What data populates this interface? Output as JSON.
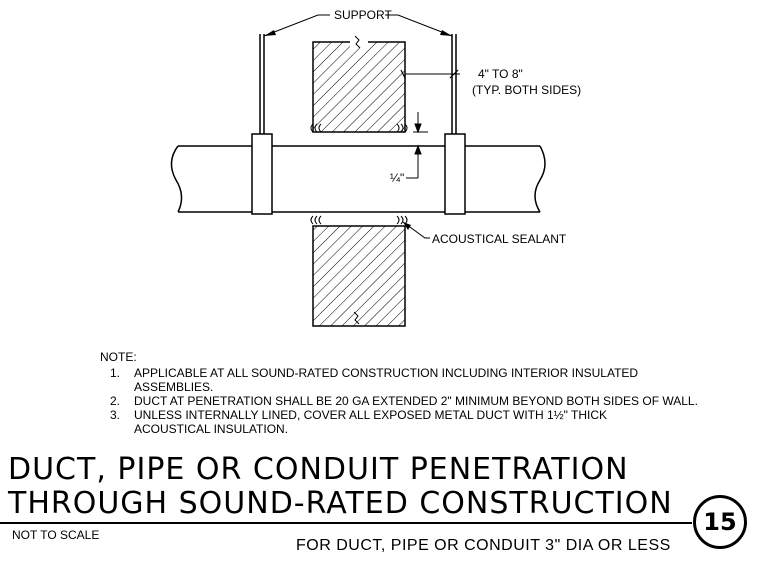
{
  "labels": {
    "support": "SUPPORT",
    "thickness": "4\" TO 8\"",
    "thickness_note": "(TYP. BOTH SIDES)",
    "gap": "¼\"",
    "sealant": "ACOUSTICAL SEALANT"
  },
  "notes": {
    "heading": "NOTE:",
    "items": [
      {
        "num": "1.",
        "text": "APPLICABLE AT ALL SOUND-RATED CONSTRUCTION INCLUDING INTERIOR INSULATED ASSEMBLIES."
      },
      {
        "num": "2.",
        "text": "DUCT AT PENETRATION SHALL BE 20 GA EXTENDED 2\" MINIMUM BEYOND BOTH SIDES OF WALL."
      },
      {
        "num": "3.",
        "text": "UNLESS INTERNALLY LINED, COVER ALL EXPOSED METAL DUCT WITH 1½\" THICK ACOUSTICAL INSULATION."
      }
    ]
  },
  "title": {
    "line1": "DUCT, PIPE OR CONDUIT PENETRATION",
    "line2": "THROUGH SOUND-RATED CONSTRUCTION"
  },
  "scale": "NOT TO SCALE",
  "subtitle": "FOR DUCT, PIPE OR CONDUIT 3\" DIA OR LESS",
  "detail_number": "15"
}
